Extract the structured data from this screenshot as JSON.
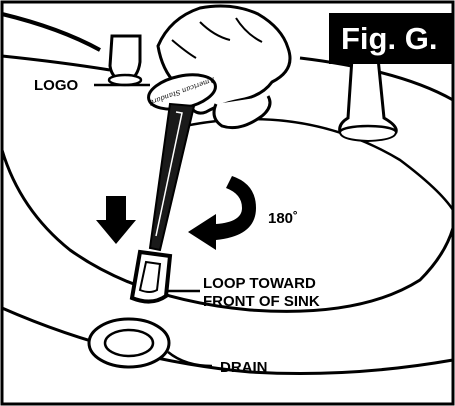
{
  "figure": {
    "label": "Fig. G.",
    "label_background": "#000000",
    "label_color": "#ffffff",
    "line_color": "#000000",
    "background": "#ffffff"
  },
  "callouts": {
    "logo": "LOGO",
    "rotation": "180˚",
    "loop_line1": "LOOP TOWARD",
    "loop_line2": "FRONT OF SINK",
    "drain": "DRAIN"
  },
  "logo_lettering": "American Standard",
  "icons": {
    "down_arrow": "arrow-down-icon",
    "rotation_arrow": "curved-arrow-icon"
  }
}
